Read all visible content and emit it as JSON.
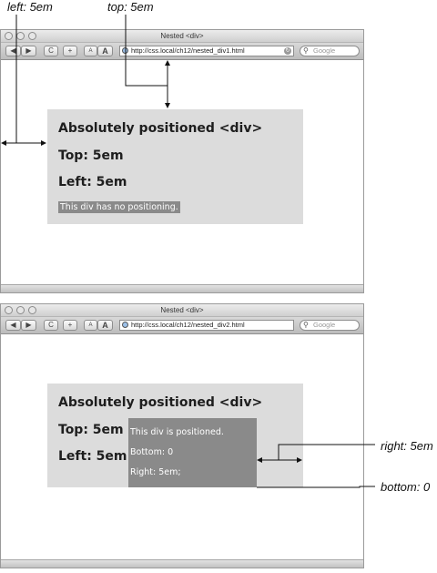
{
  "annotations": {
    "left": "left: 5em",
    "top": "top: 5em",
    "right": "right: 5em",
    "bottom": "bottom: 0"
  },
  "windows": [
    {
      "title": "Nested <div>",
      "url": "http://css.local/ch12/nested_div1.html",
      "search_placeholder": "Google",
      "outer_lines": [
        "Absolutely positioned <div>",
        "Top: 5em",
        "Left: 5em"
      ],
      "inner_text": "This div has no positioning."
    },
    {
      "title": "Nested <div>",
      "url": "http://css.local/ch12/nested_div2.html",
      "search_placeholder": "Google",
      "outer_lines": [
        "Absolutely positioned <div>",
        "Top: 5em",
        "Left: 5em"
      ],
      "inner_lines": [
        "This div is positioned.",
        "Bottom: 0",
        "Right: 5em;"
      ]
    }
  ],
  "toolbar": {
    "back": "◀",
    "forward": "▶",
    "reload": "C",
    "add": "+",
    "text_small": "A",
    "text_large": "A"
  },
  "colors": {
    "outer_div": "#dcdcdc",
    "inner_div": "#8a8a8a",
    "chrome": "#c8c8c8"
  }
}
